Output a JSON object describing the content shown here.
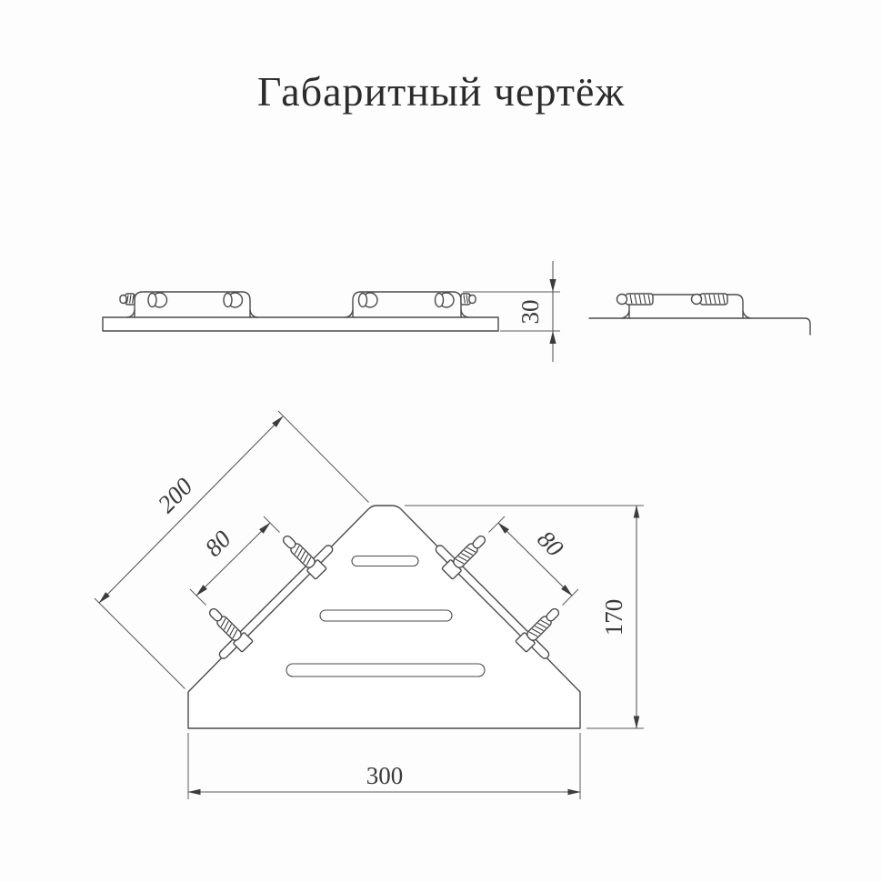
{
  "title": "Габаритный чертёж",
  "dimensions": {
    "bracket_height": "30",
    "back_edge_length": "200",
    "anchor_spacing_left": "80",
    "anchor_spacing_right": "80",
    "depth": "170",
    "width": "300"
  },
  "colors": {
    "background": "#fdfdfd",
    "outline": "#4b4b4b",
    "dimension_line": "#5a5a5a",
    "dimension_text": "#3a3a3a",
    "title_text": "#2b2b2b"
  }
}
